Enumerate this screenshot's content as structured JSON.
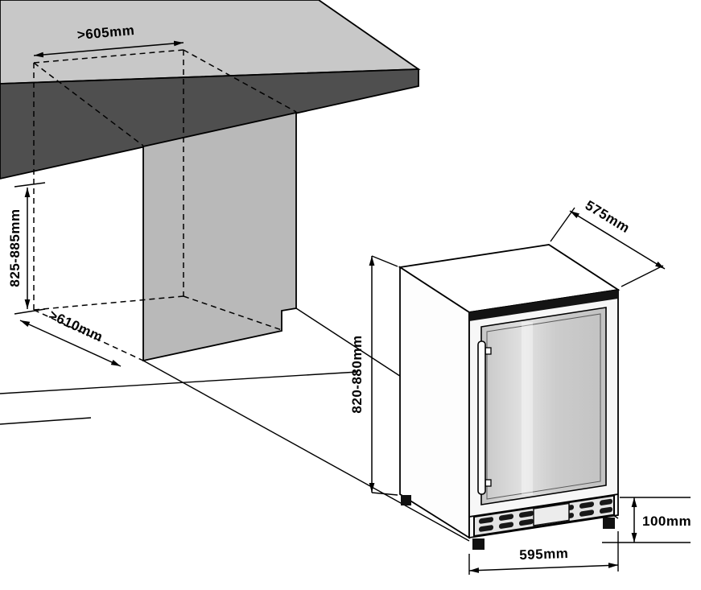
{
  "diagram": {
    "type": "installation-dimension-drawing",
    "dims": {
      "niche_min_width": ">605mm",
      "niche_height_range": "825-885mm",
      "niche_min_depth": ">610mm",
      "unit_depth": "575mm",
      "unit_height_range": "820-880mm",
      "plinth_height": "100mm",
      "unit_width": "595mm"
    },
    "colors": {
      "background": "#ffffff",
      "outline": "#000000",
      "countertop": "#c8c8c8",
      "counter_edge": "#4f4f4f",
      "niche_wall": "#b9b9b9",
      "door_glass": "#d6d6d6",
      "grille_slat": "#181818"
    }
  }
}
